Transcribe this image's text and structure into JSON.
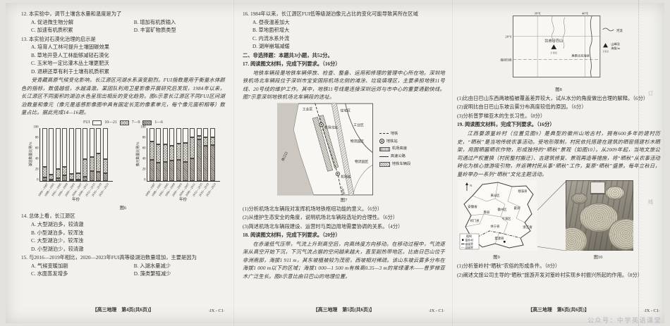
{
  "p4": {
    "q12_stem": "12. 本实验中，调节土壤含水量和温度是为了",
    "q12_opts": [
      "A. 促进微生物分解",
      "B. 增加有机质输入",
      "C. 加速有机质积累",
      "D. 丰富矿物质类型"
    ],
    "q13_stem": "13. 本实验对石漠化治理的启示是",
    "q13_opts": [
      "A. 培育人工林可提升土壤固碳效果",
      "B. 草地开垦人工林能够减轻石漠化",
      "C. 玉米地一定比灌木丛土壤更肥沃",
      "D. 退耕还草有利于土壤有机质积累"
    ],
    "passage": "受青藏高原气候变化影响，长江源区河湖水系演变剧烈。FUI指数是用于衡量水体颜色的指标，数值越低，水越清澈。某团队利用卫星影像开展研究后发现，1984年以来，长江源区不同面积的湖泊水色呈现出相反的变化趋势。图6示意长江源区不同FUI区间湖泊数量和像元（像元是遥感影像图中具有固定长宽的像素单元，每个像元面积相等）数量占比。据此完成14—16题。",
    "legend_fui": "FUI",
    "legend_l1": "10—21",
    "legend_l2": "7—9",
    "legend_l3": "1—6",
    "chartL_ylabel": "湖泊数量比例/%",
    "chartR_ylabel": "像元数量比例/%",
    "chart_xlabel": "年份",
    "fig6": "图6",
    "q14_stem": "14. 总体上看，长江源区",
    "q14_opts": [
      "A. 大型湖泊多，较清澈",
      "B. 小型湖泊多，较浑浊",
      "C. 大型湖泊少，较浑浊",
      "D. 小型湖泊少，较清澈"
    ],
    "q15_stem": "15. 与2016—2019年相比，2020—2023年FUI高等级湖泊数量增加，主要是因为",
    "q15_opts": [
      "A. 气候变暖加剧",
      "B. 入湖水量减少",
      "C. 水面蒸发增多",
      "D. 藻类繁殖减少"
    ],
    "footer": "【高三地理　第4页(共6页)】",
    "code": "·JX - C1·"
  },
  "chart_data": [
    {
      "type": "bar",
      "stacked": true,
      "categories": [
        "1984—1987",
        "1988—1991",
        "1992—1995",
        "1996—1999",
        "2000—2003",
        "2004—2007",
        "2008—2011",
        "2012—2015",
        "2016—2019",
        "2020—2023"
      ],
      "series": [
        {
          "name": "FUI 1—6",
          "values": [
            7,
            3,
            5,
            11,
            2,
            2,
            8,
            19,
            17,
            14
          ]
        },
        {
          "name": "FUI 7—9",
          "values": [
            19,
            9,
            17,
            16,
            11,
            12,
            33,
            26,
            35,
            27
          ]
        },
        {
          "name": "FUI 10—21",
          "values": [
            74,
            88,
            78,
            73,
            87,
            86,
            59,
            55,
            48,
            59
          ]
        }
      ],
      "title": "图6（左）",
      "xlabel": "年份",
      "ylabel": "湖泊数量比例/%",
      "ylim": [
        0,
        100
      ],
      "legend": "FUI □10—21 ▨7—9 ▦1—6"
    },
    {
      "type": "bar",
      "stacked": true,
      "categories": [
        "1984—1987",
        "1988—1991",
        "1992—1995",
        "1996—1999",
        "2000—2003",
        "2004—2007",
        "2008—2011",
        "2012—2015",
        "2016—2019",
        "2020—2023"
      ],
      "series": [
        {
          "name": "FUI 1—6",
          "values": [
            40,
            34,
            36,
            39,
            40,
            36,
            43,
            79,
            67,
            68
          ]
        },
        {
          "name": "FUI 7—9",
          "values": [
            35,
            35,
            33,
            28,
            31,
            36,
            39,
            6,
            16,
            14
          ]
        },
        {
          "name": "FUI 10—21",
          "values": [
            25,
            31,
            31,
            33,
            29,
            28,
            18,
            15,
            17,
            18
          ]
        }
      ],
      "title": "图6（右）",
      "xlabel": "年份",
      "ylabel": "像元数量比例/%",
      "ylim": [
        0,
        100
      ]
    }
  ],
  "p5": {
    "q16_stem": "16. 1984年以来，长江源区FUI低等级湖泊像元占比的变化可能导致其所在区域",
    "q16_opts": [
      "A. 昼夜温差加大",
      "B. 草地面积增大",
      "C. 内流水系外流",
      "D. 湖岸崩塌减缓"
    ],
    "sec2": "二、非选择题：本题共3小题，共52分。",
    "q17_head": "17. 阅读图文材料，完成下列要求。（16分）",
    "q17_passage": "地铁车辆段是地铁车辆停放、检查、整备、运用和修理的管理中心所在地。深圳地铁机场北车辆段位于深圳市宝安国际机场北侧的滩涂、垃圾填埋区，主要承担地铁11号线、20号线的维护工作。其中，地铁11号线是连接深圳远郊与市中心的重要通勤快线。图7示意深圳地铁机场北车辆段的选址。",
    "map7": {
      "industrial1": "工业区",
      "residential": "住宅区",
      "industrial2": "工业区",
      "logistics1": "物流园区",
      "logistics2": "物流园区",
      "station_north": "机场北站",
      "station": "机场站",
      "estuary": "珠江口",
      "line11": "11号线",
      "legend": [
        "地铁",
        "地铁站",
        "机场高速",
        "高速公路",
        "地铁车辆段"
      ]
    },
    "fig7": "图7",
    "q17_1": "(1)分析机场北车辆段对发挥机场地铁枢纽功能的意义。（6分）",
    "q17_2": "(2)从维护生态安全的角度，说明机场北车辆段选址的合理性。（6分）",
    "q17_3": "(3)简述机场北车辆段建设、运营时与周边用地需要协调的关系。（4分）",
    "q18_head": "18. 阅读图文材料，完成下列要求。（20分）",
    "q18_passage": "在赤道低气压带，气流上升到高空后，向高纬度方向移动。在移动过程中，气流逐渐从高空开始下沉，下沉气流占据的空间越来越大，直至副热带地区。比由日巴山位于非洲南部，海拔1 911 m，其东坡植被较为茂密，西坡相对稀疏。该山东坡云雾多分布在海拔1 000 m以下的区域；海拔1 000—1 500 m有株高0.35—3 m的常绿灌木——普罗梯亚木广泛生长。图8示意比由日巴山的地理位置。",
    "footer": "【高三地理　第5页(共6页)】",
    "code": "·JX - C1·"
  },
  "p6": {
    "map8": {
      "lon1": "39°E",
      "lon2": "40°E",
      "lat": "20°S",
      "tropic": "南回归线",
      "mountain": "比由日巴山",
      "elev": "1 911",
      "channel": "莫桑比克海峡",
      "legend_river": "河流",
      "legend_peak_val": "1 911",
      "legend_peak1": "山峰及",
      "legend_peak2": "海拔/m"
    },
    "fig8": "图8",
    "q18_1": "(1)比由日巴山东西两坡植被覆盖差异较大，试从水分的角度做出合理的解释。（6分）",
    "q18_2": "(2)说明比由日巴山东坡云雾分布高度较低的原因。（6分）",
    "q18_3": "(3)分析普罗梯亚木的生长习性。（8分）",
    "q19_head": "19. 阅读图文材料，完成下列要求。（16分）",
    "q19_passage": "江西婺源篁岭村（位置见图9）是典型的徽州山地古村，拥有600多年的建村历史，“晒秋”是当地传统农事活动。受地形限制，村民依托搭建在建筑的晒窗搭建杉木晒架，用圆晒匾晒农作物，形成独特的“晒秋”景观（如图10）。从2009年起，当地文旅公司通过产权置换（村民整村搬迁）、古建筑修复、景观再造等措施，将“晒秋”从农事活动转化为核心旅游吸引物，并返聘村民从事“晒秋”工作，复原“晒秋”盛景。每年立秋日，篁岭举办一系列“晒秋”文化主题活动。",
    "map9": {
      "huangshanqu": "黄山区",
      "jixixian": "绩溪县",
      "anhui": "安徽省",
      "yixian": "黟县",
      "huizhouqu": "徽州区",
      "shexian": "歙县",
      "qimenxian": "祁门县",
      "tunxiqu": "屯溪区",
      "xiuningxian": "休宁县",
      "jiangxi": "江西省",
      "wuyuanxian": "婺源县",
      "zhejiang": "浙江省",
      "north": "N",
      "legend_title": "图例",
      "legend_village": "篁岭村",
      "legend_prov": "省级界",
      "legend_county": "县级界"
    },
    "fig9": "图9",
    "fig10": "图10",
    "q19_1": "(1)分析篁岭村“晒秋”农俗的形成条件。（8分）",
    "q19_2": "(2)阐述文旅公司主导的“晒秋”旅游开发对篁岭村实现乡村振兴所起的作用。（8分）",
    "footer": "【高三地理　第6页(共6页)】",
    "code": "·JX - C1·",
    "watermark": "公众号：中学英语课堂"
  },
  "edge": {
    "mark1": "订",
    "mark2": "线"
  }
}
